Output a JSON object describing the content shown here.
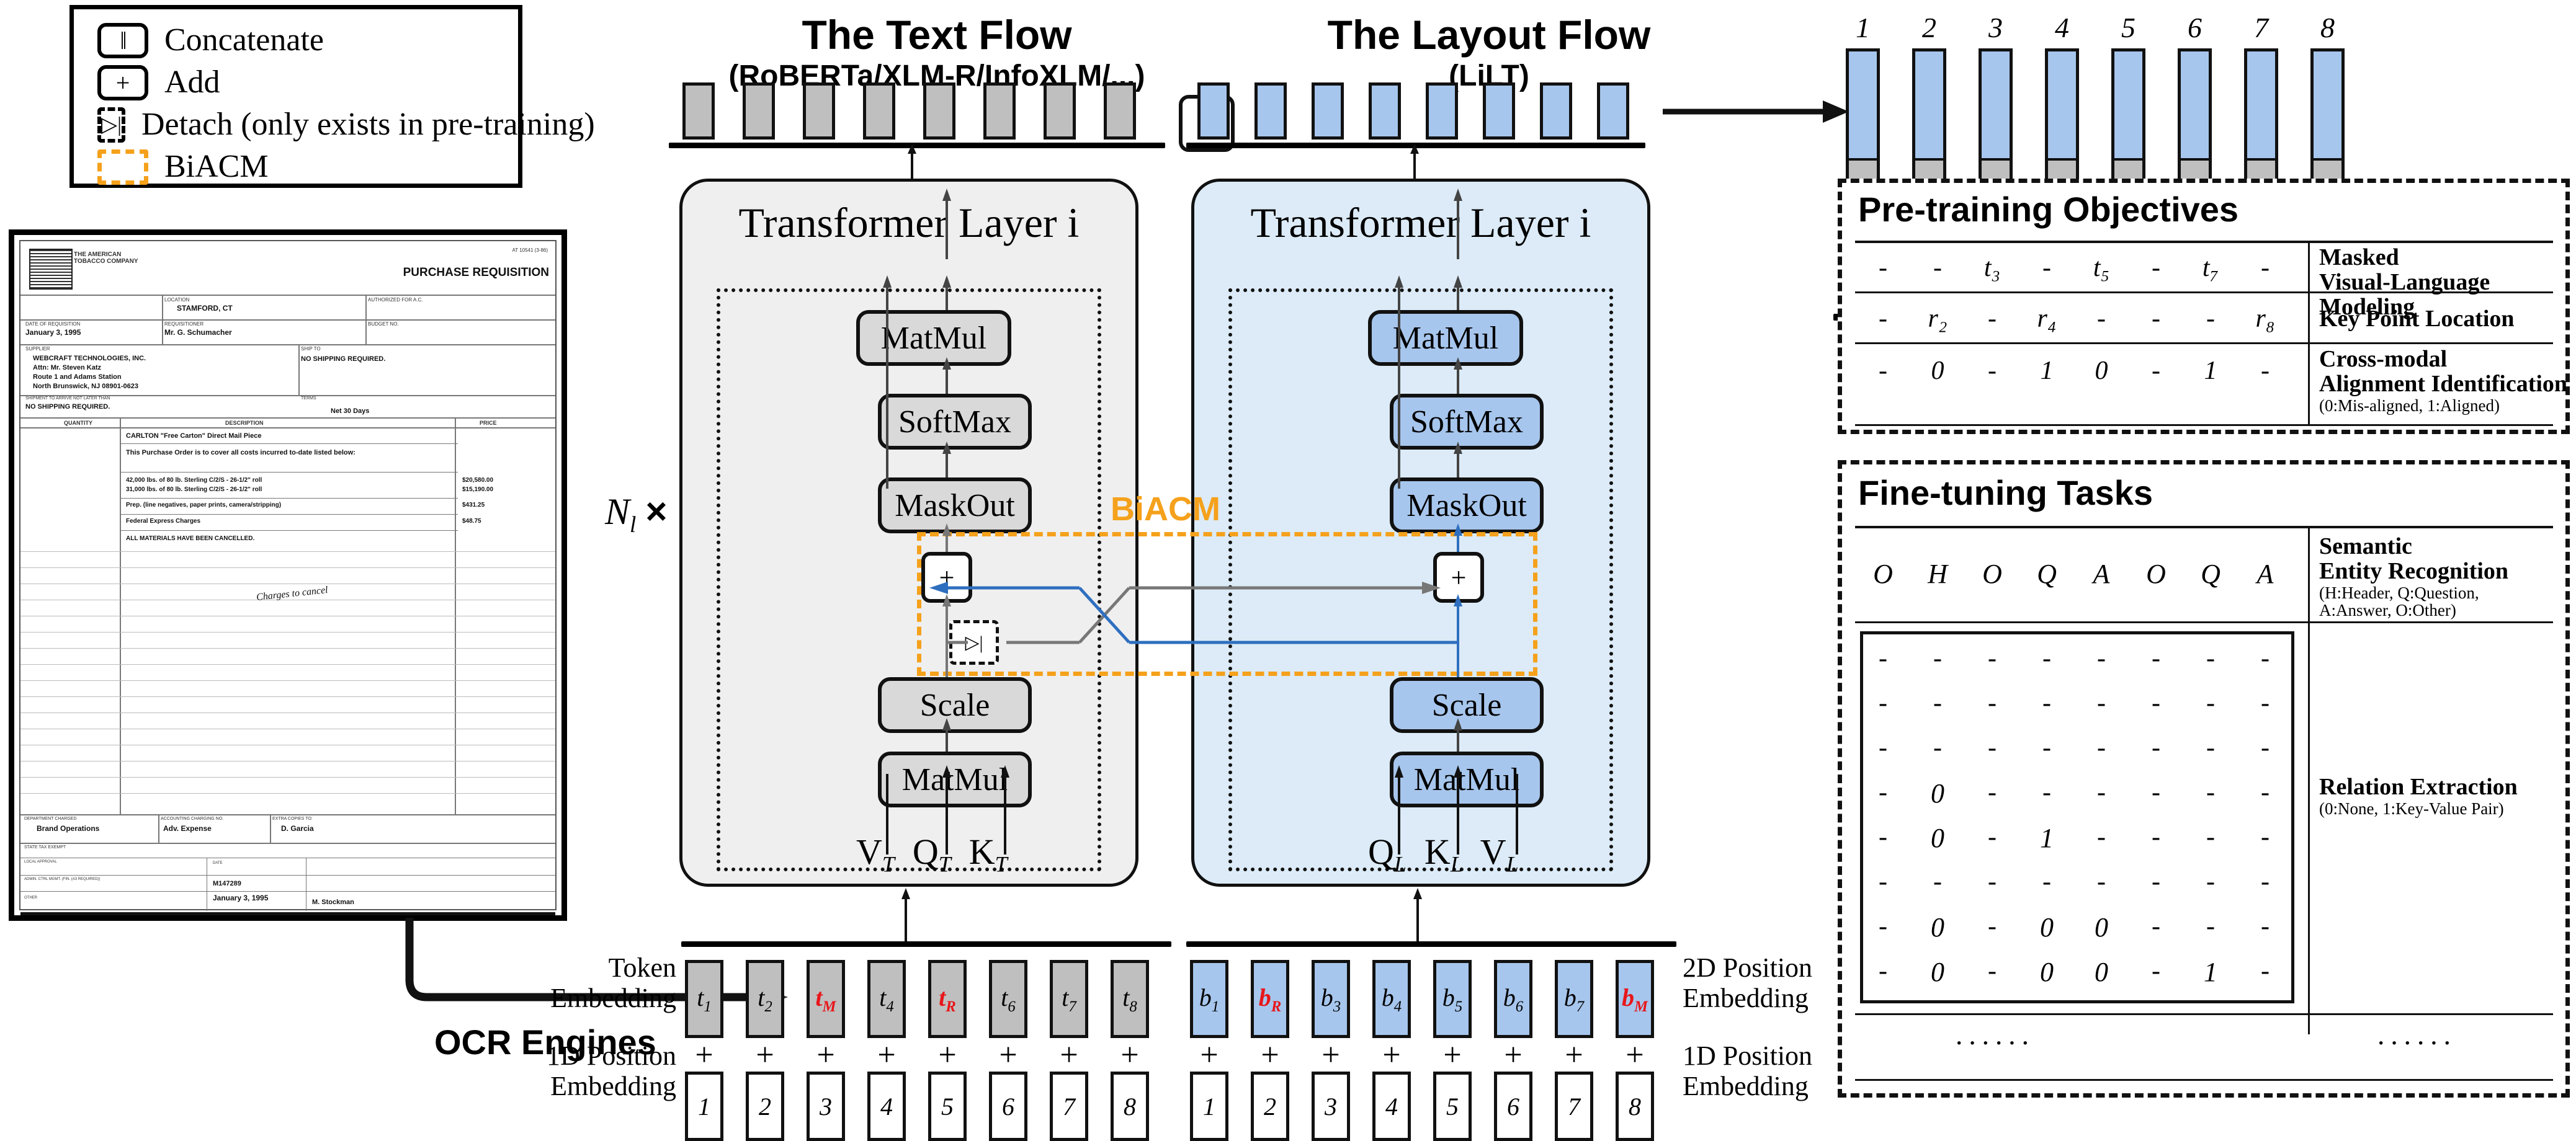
{
  "legend": {
    "items": [
      {
        "glyph": "‖",
        "label": "Concatenate",
        "style": "solid",
        "name": "concatenate"
      },
      {
        "glyph": "+",
        "label": "Add",
        "style": "solid",
        "name": "add"
      },
      {
        "glyph": "▷|",
        "label": "Detach (only exists in pre-training)",
        "style": "dashed",
        "name": "detach"
      },
      {
        "glyph": "",
        "label": "BiACM",
        "style": "orange-dashed",
        "name": "biacm"
      }
    ]
  },
  "document": {
    "header_company": "THE AMERICAN TOBACCO COMPANY",
    "header_title": "PURCHASE REQUISITION",
    "top_right_code": "AT 10541 (3-86)",
    "fields": [
      {
        "label": "LOCATION",
        "value": "STAMFORD, CT"
      },
      {
        "label": "AUTHORIZED FOR A.C.",
        "value": ""
      },
      {
        "label": "DATE OF REQUISITION",
        "value": "January 3, 1995"
      },
      {
        "label": "REQUISITIONER",
        "value": "Mr. G. Schumacher"
      },
      {
        "label": "BUDGET NO.",
        "value": ""
      },
      {
        "label": "SUPPLIER",
        "value": "WEBCRAFT TECHNOLOGIES, INC.\nAttn: Mr. Steven Katz\nRoute 1 and Adams Station\nNorth Brunswick, NJ 08901-0623"
      },
      {
        "label": "SHIP TO",
        "value": "NO SHIPPING REQUIRED."
      },
      {
        "label": "SHIPMENT TO ARRIVE NOT LATER THAN",
        "value": "NO SHIPPING REQUIRED."
      },
      {
        "label": "TERMS",
        "value": "Net 30 Days"
      }
    ],
    "table_headers": [
      "QUANTITY",
      "DESCRIPTION",
      "PRICE"
    ],
    "rows": [
      {
        "qty": "",
        "desc": "CARLTON \"Free Carton\" Direct Mail Piece",
        "price": ""
      },
      {
        "qty": "",
        "desc": "This Purchase Order is to cover all costs incurred to-date listed below:",
        "price": ""
      },
      {
        "qty": "",
        "desc": "42,000 lbs. of 80 lb. Sterling C/2/S - 26-1/2\" roll\n31,000 lbs. of 80 lb. Sterling C/2/S - 26-1/2\" roll",
        "price": "$20,580.00\n$15,190.00"
      },
      {
        "qty": "",
        "desc": "Prep. (line negatives, paper prints, camera/stripping)",
        "price": "$431.25"
      },
      {
        "qty": "",
        "desc": "Federal Express Charges",
        "price": "$48.75"
      },
      {
        "qty": "",
        "desc": "ALL MATERIALS HAVE BEEN CANCELLED.",
        "price": ""
      }
    ],
    "handwriting": "Charges to cancel",
    "footer": [
      {
        "label": "DEPARTMENT CHARGED",
        "value": "Brand Operations"
      },
      {
        "label": "ACCOUNTING CHARGING NO.",
        "value": "Adv. Expense"
      },
      {
        "label": "EXTRA COPIES TO:",
        "value": "D. Garcia"
      },
      {
        "label": "STATE TAX EXEMPT",
        "value": ""
      },
      {
        "label": "LOCAL APPROVAL",
        "value": ""
      },
      {
        "label": "ADMIN. CTRL MGMT. (FIN. (A3 REQUIRED))",
        "value": "M147289"
      },
      {
        "label": "DATE",
        "value": "January 3, 1995"
      },
      {
        "label": "OTHER",
        "value": "M. Stockman"
      }
    ]
  },
  "ocr": {
    "label": "OCR Engines"
  },
  "text_flow": {
    "title": "The Text Flow",
    "subtitle": "(RoBERTa/XLM-R/InfoXLM/...)",
    "layer_label": "Transformer Layer i",
    "ops": [
      "MatMul",
      "SoftMax",
      "MaskOut",
      "Scale",
      "MatMul"
    ],
    "qkv": [
      "V",
      "Q",
      "K"
    ],
    "qkv_sub": "T",
    "token_embedding_label": "Token\nEmbedding",
    "pos_embedding_label": "1D Position\nEmbedding",
    "tokens": [
      {
        "text": "t",
        "sub": "1",
        "red": false
      },
      {
        "text": "t",
        "sub": "2",
        "red": false
      },
      {
        "text": "t",
        "sub": "M",
        "red": true
      },
      {
        "text": "t",
        "sub": "4",
        "red": false
      },
      {
        "text": "t",
        "sub": "R",
        "red": true
      },
      {
        "text": "t",
        "sub": "6",
        "red": false
      },
      {
        "text": "t",
        "sub": "7",
        "red": false
      },
      {
        "text": "t",
        "sub": "8",
        "red": false
      }
    ],
    "positions": [
      "1",
      "2",
      "3",
      "4",
      "5",
      "6",
      "7",
      "8"
    ],
    "plus": "+"
  },
  "layout_flow": {
    "title": "The Layout Flow",
    "subtitle": "(LiLT)",
    "layer_label": "Transformer Layer i",
    "ops": [
      "MatMul",
      "SoftMax",
      "MaskOut",
      "Scale",
      "MatMul"
    ],
    "qkv": [
      "Q",
      "K",
      "V"
    ],
    "qkv_sub": "L",
    "token_embedding_label": "2D Position\nEmbedding",
    "pos_embedding_label": "1D Position\nEmbedding",
    "tokens": [
      {
        "text": "b",
        "sub": "1",
        "red": false
      },
      {
        "text": "b",
        "sub": "R",
        "red": true
      },
      {
        "text": "b",
        "sub": "3",
        "red": false
      },
      {
        "text": "b",
        "sub": "4",
        "red": false
      },
      {
        "text": "b",
        "sub": "5",
        "red": false
      },
      {
        "text": "b",
        "sub": "6",
        "red": false
      },
      {
        "text": "b",
        "sub": "7",
        "red": false
      },
      {
        "text": "b",
        "sub": "M",
        "red": true
      }
    ],
    "positions": [
      "1",
      "2",
      "3",
      "4",
      "5",
      "6",
      "7",
      "8"
    ],
    "plus": "+"
  },
  "biacm": {
    "label": "BiACM",
    "color": "#F5A11B"
  },
  "repeat": {
    "label": "N",
    "sub": "l",
    "times": "×"
  },
  "concat": {
    "glyph": "‖"
  },
  "output": {
    "indices": [
      "1",
      "2",
      "3",
      "4",
      "5",
      "6",
      "7",
      "8"
    ],
    "top_color": "#A7C6ED",
    "bottom_color": "#BFBFBF"
  },
  "pretraining": {
    "title": "Pre-training Objectives",
    "rows": [
      {
        "values": [
          "-",
          "-",
          "t₃",
          "-",
          "t₅",
          "-",
          "t₇",
          "-"
        ],
        "name": "Masked\nVisual-Language Modeling",
        "name_line1": "Masked",
        "name_line2": "Visual-Language Modeling",
        "note": ""
      },
      {
        "values": [
          "-",
          "r₂",
          "-",
          "r₄",
          "-",
          "-",
          "-",
          "r₈"
        ],
        "name_line1": "Key Point Location",
        "name_line2": "",
        "note": ""
      },
      {
        "values": [
          "-",
          "0",
          "-",
          "1",
          "0",
          "-",
          "1",
          "-"
        ],
        "name_line1": "Cross-modal",
        "name_line2": "Alignment Identification",
        "note": "(0:Mis-aligned, 1:Aligned)"
      }
    ]
  },
  "finetuning": {
    "title": "Fine-tuning Tasks",
    "ser": {
      "values": [
        "O",
        "H",
        "O",
        "Q",
        "A",
        "O",
        "Q",
        "A"
      ],
      "name_line1": "Semantic",
      "name_line2": "Entity Recognition",
      "note1": "(H:Header, Q:Question,",
      "note2": "A:Answer, O:Other)"
    },
    "re": {
      "matrix": [
        [
          "-",
          "-",
          "-",
          "-",
          "-",
          "-",
          "-",
          "-"
        ],
        [
          "-",
          "-",
          "-",
          "-",
          "-",
          "-",
          "-",
          "-"
        ],
        [
          "-",
          "-",
          "-",
          "-",
          "-",
          "-",
          "-",
          "-"
        ],
        [
          "-",
          "0",
          "-",
          "-",
          "-",
          "-",
          "-",
          "-"
        ],
        [
          "-",
          "0",
          "-",
          "1",
          "-",
          "-",
          "-",
          "-"
        ],
        [
          "-",
          "-",
          "-",
          "-",
          "-",
          "-",
          "-",
          "-"
        ],
        [
          "-",
          "0",
          "-",
          "0",
          "0",
          "-",
          "-",
          "-"
        ],
        [
          "-",
          "0",
          "-",
          "0",
          "0",
          "-",
          "1",
          "-"
        ]
      ],
      "name_line1": "Relation Extraction",
      "note": "(0:None, 1:Key-Value Pair)"
    },
    "ellipsis_left": "······",
    "ellipsis_right": "······"
  }
}
